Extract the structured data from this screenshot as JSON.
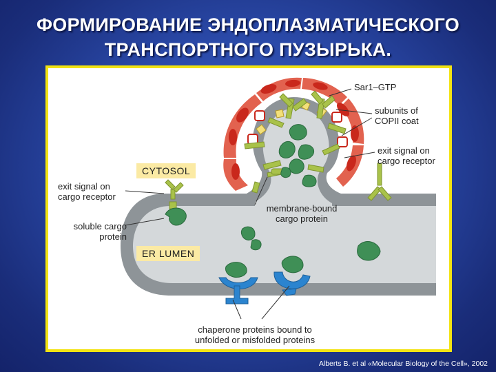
{
  "title": {
    "line1": "ФОРМИРОВАНИЕ ЭНДОПЛАЗМАТИЧЕСКОГО",
    "line2": "ТРАНСПОРТНОГО ПУЗЫРЬКА."
  },
  "diagram": {
    "labels": {
      "sar1": "Sar1–GTP",
      "copii": "subunits of\nCOPII coat",
      "exit_right": "exit signal on\ncargo receptor",
      "cytosol": "CYTOSOL",
      "exit_left": "exit signal on\ncargo receptor",
      "soluble": "soluble cargo\nprotein",
      "membrane_bound": "membrane-bound\ncargo protein",
      "er_lumen": "ER LUMEN",
      "chaperone": "chaperone proteins bound to\nunfolded or misfolded proteins"
    },
    "colors": {
      "membrane": "#8e9498",
      "lumen": "#d4d8da",
      "coat_red": "#e2624f",
      "coat_dark": "#c9281c",
      "receptor": "#a9c24a",
      "cargo": "#3f8f56",
      "chaperone": "#2b84cf",
      "label_box": "#fbeaa4",
      "frame_border": "#f2e312"
    }
  },
  "citation": "Alberts B. et al «Molecular Biology of the Cell», 2002"
}
